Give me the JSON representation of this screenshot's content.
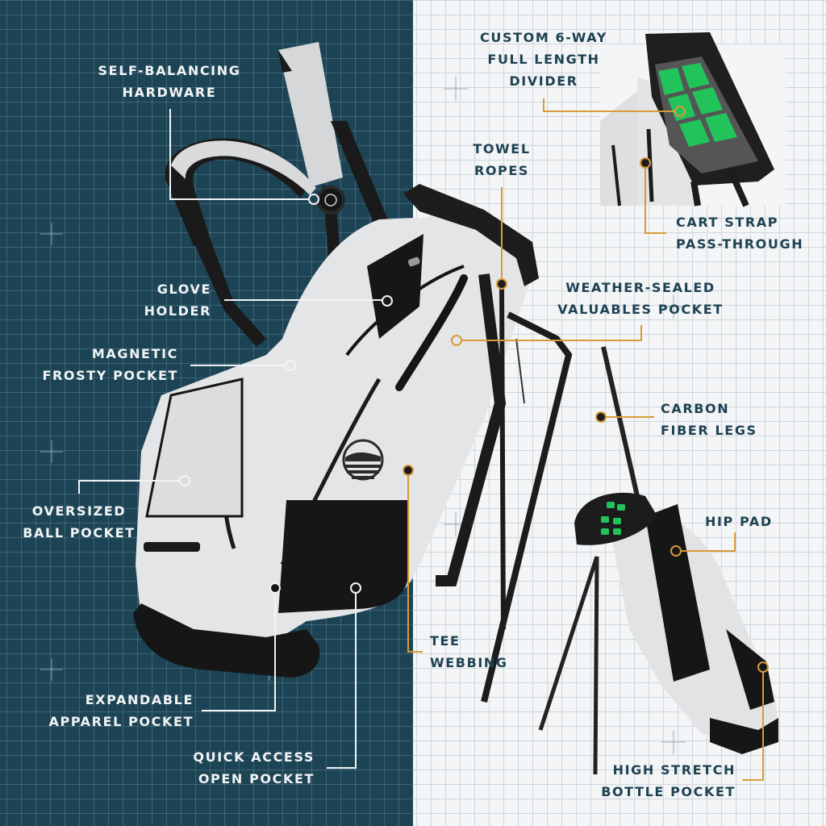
{
  "colors": {
    "dark_panel": "#1c4455",
    "light_panel": "#f4f5f6",
    "callout_white": "#f2f4f5",
    "callout_orange": "#d99a3a",
    "label_navy": "#1d4253",
    "divider_green": "#22c35a"
  },
  "callouts": {
    "self_balancing": {
      "line1": "SELF-BALANCING",
      "line2": "HARDWARE"
    },
    "glove_holder": {
      "line1": "GLOVE",
      "line2": "HOLDER"
    },
    "magnetic_frosty": {
      "line1": "MAGNETIC",
      "line2": "FROSTY POCKET"
    },
    "oversized_ball": {
      "line1": "OVERSIZED",
      "line2": "BALL POCKET"
    },
    "expandable_apparel": {
      "line1": "EXPANDABLE",
      "line2": "APPAREL POCKET"
    },
    "quick_access": {
      "line1": "QUICK ACCESS",
      "line2": "OPEN POCKET"
    },
    "tee_webbing": {
      "line1": "TEE",
      "line2": "WEBBING"
    },
    "custom_divider": {
      "line1": "CUSTOM 6-WAY",
      "line2": "FULL LENGTH",
      "line3": "DIVIDER"
    },
    "towel_ropes": {
      "line1": "TOWEL",
      "line2": "ROPES"
    },
    "cart_strap": {
      "line1": "CART STRAP",
      "line2": "PASS-THROUGH"
    },
    "weather_sealed": {
      "line1": "WEATHER-SEALED",
      "line2": "VALUABLES POCKET"
    },
    "carbon_legs": {
      "line1": "CARBON",
      "line2": "FIBER LEGS"
    },
    "hip_pad": {
      "line1": "HIP PAD"
    },
    "bottle_pocket": {
      "line1": "HIGH STRETCH",
      "line2": "BOTTLE POCKET"
    }
  }
}
